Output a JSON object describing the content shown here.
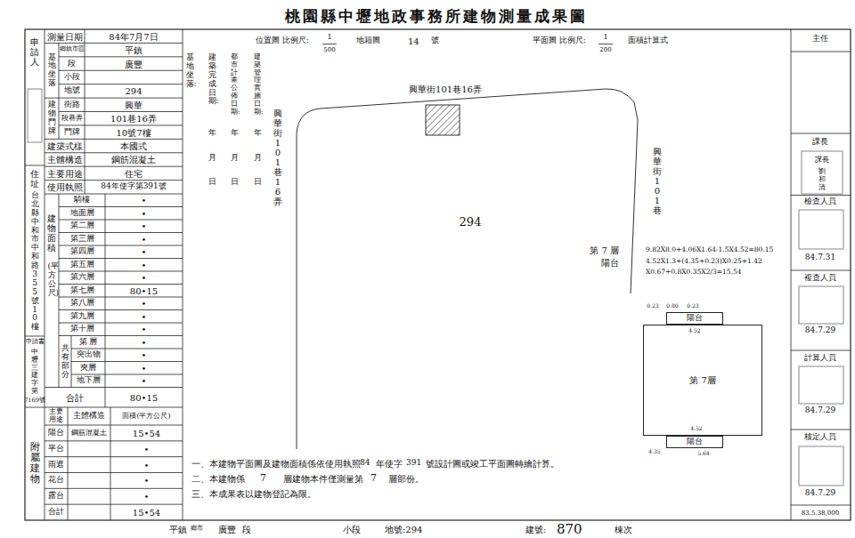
{
  "diagram": {
    "title": "桃園縣中壢地政事務所建物測量成果圖",
    "nodes": [
      {
        "text": [
          "第 7層"
        ]
      },
      {
        "text": [
          "陽台"
        ]
      },
      {
        "text": [
          "陽台"
        ]
      }
    ],
    "labels": [
      "測量日期",
      "84年7月7日",
      "基地坐落",
      "鄉鎮市區",
      "平鎮",
      "段",
      "廣豐",
      "小段",
      "地號",
      "294",
      "建物門牌",
      "街路",
      "興華",
      "段巷弄",
      "101巷16弄",
      "門牌",
      "10號7樓",
      "建築式樣",
      "本國式",
      "主體構造",
      "鋼筋混凝土",
      "主要用途",
      "住宅",
      "使用執照",
      "84年使字第391號",
      "建物面積",
      "(平方公尺)",
      "共有部分",
      "騎樓",
      "•",
      "地面層",
      "•",
      "第二層",
      "•",
      "第三層",
      "•",
      "第四層",
      "•",
      "第五層",
      "•",
      "第六層",
      "•",
      "第七層",
      "80•15",
      "第八層",
      "•",
      "第九層",
      "•",
      "第十層",
      "•",
      "第 層",
      "•",
      "突出物",
      "•",
      "夾層",
      "•",
      "地下層",
      "•",
      "合計",
      "80•15",
      "附屬建物",
      "主要用途",
      "主體構造",
      "面積(平方公尺)",
      "陽台",
      "鋼筋混凝土",
      "15•54",
      "平台",
      "•",
      "雨遮",
      "•",
      "花台",
      "•",
      "露台",
      "•",
      "合計",
      "15•54",
      "申請人",
      "住址",
      "台北縣中和市中和路355號10樓",
      "申請書",
      "中壢三建字第",
      "7169號",
      "位置圖 比例尺:",
      "1",
      "500",
      "地籍圖",
      "14",
      "號",
      "平面圖 比例尺:",
      "1",
      "200",
      "面積計算式",
      "基地坐落:",
      "建築完成日期:",
      "年",
      "月",
      "日",
      "都市計畫公佈日期:",
      "年",
      "月",
      "日",
      "建築管理實施日期:",
      "年",
      "月",
      "日",
      "興華街101巷16弄",
      "興華街101巷16弄",
      "興華街101巷",
      "294",
      "第 7 層",
      "陽台",
      "9.82X8.0+4.06X1.64-1.5X4.52=80.15",
      "4.52X1.3+(4.35+0.23)X0.25+1.42",
      "X0.67+0.8X0.35X2/3=15.54",
      "0.23",
      "0.80",
      "0.23",
      "4.52",
      "4.52",
      "5.64",
      "4.35",
      "一、本建物平面圖及建物面積係依使用執照",
      "84",
      "年使字",
      "391",
      "號設計圖或竣工平面圖轉繪計算。",
      "二、本建物係",
      "7",
      "層建物本件僅測量第",
      "7",
      "層部份。",
      "三、本成果表以建物登記為限。",
      "平鎮",
      "鄉市",
      "廣豐",
      "段",
      "小段",
      "地號:294",
      "建號:",
      "870",
      "棟次",
      "主任",
      "課長",
      "課長",
      "劉和清",
      "檢查人員",
      "84.7.31",
      "複查人員",
      "84.7.29",
      "計算人員",
      "84.7.29",
      "核定人員",
      "84.7.29",
      "83.5.38,000"
    ]
  }
}
